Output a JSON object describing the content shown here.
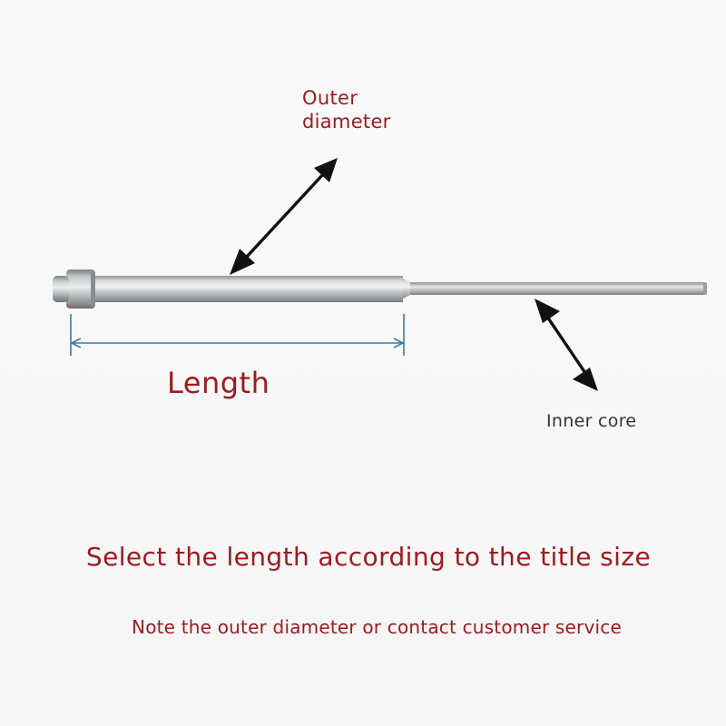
{
  "labels": {
    "outer_line1": "Outer",
    "outer_line2": "diameter",
    "length": "Length",
    "inner_core": "Inner core",
    "instruction": "Select the length according to the title size",
    "note": "Note the outer diameter or contact customer service"
  },
  "colors": {
    "accent_red": "#9b1c20",
    "callout_gray": "#333333",
    "dimension_blue": "#3a78a8",
    "arrow_black": "#111111"
  }
}
